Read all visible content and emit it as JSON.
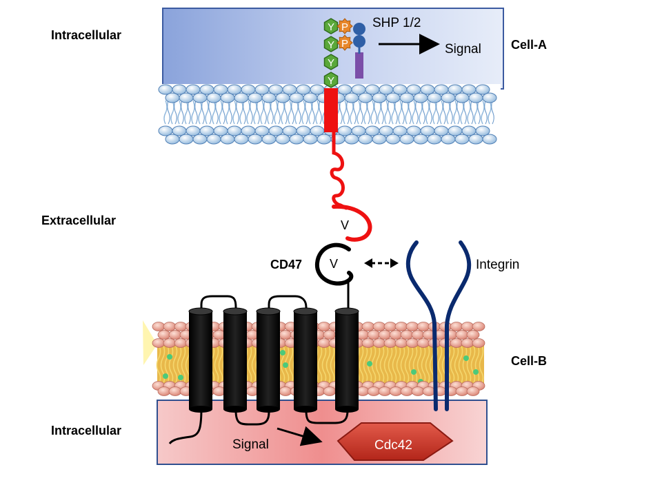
{
  "labels": {
    "intracellular_top": "Intracellular",
    "extracellular": "Extracellular",
    "intracellular_bottom": "Intracellular",
    "cell_a": "Cell-A",
    "cell_b": "Cell-B",
    "cd47": "CD47",
    "integrin": "Integrin",
    "shp": "SHP 1/2",
    "signal_top": "Signal",
    "signal_bottom": "Signal",
    "cdc42": "Cdc42",
    "v_sirpa": "V",
    "v_cd47": "V"
  },
  "tyrosine_labels": [
    "Y",
    "Y",
    "Y",
    "Y"
  ],
  "phospho_labels": [
    "P",
    "P"
  ],
  "colors": {
    "cell_a_fill": "#c9d6f0",
    "cell_b_fill": "#f4a6a6",
    "sirpa": "#ee1111",
    "cd47": "#000000",
    "integrin": "#0a2a6e",
    "tyrosine": "#5aa83a",
    "phospho": "#e8872a",
    "shp": "#2f5fa6",
    "cdc42": "#c0392b"
  }
}
